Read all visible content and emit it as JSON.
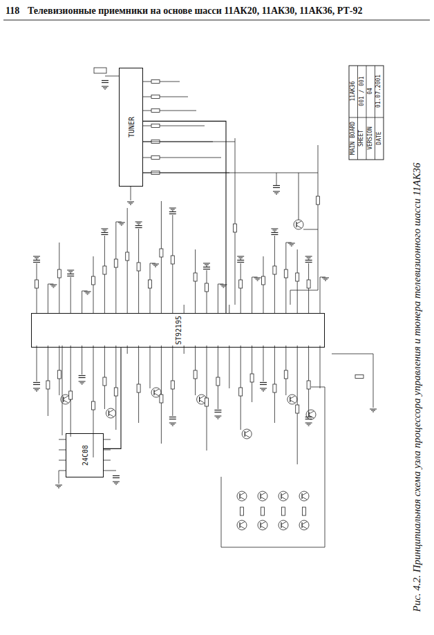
{
  "diagram": {
    "title": "Телевизионные приемники на основе шасси 11АК20, 11АК30, 11АК36, РТ-92",
    "caption": "Рис. 4.2. Принципиальная схема узла процессора управления и тюнера телевизионного шасси 11АК36",
    "nodes": [
      {
        "text": [
          "TUNER"
        ]
      },
      {
        "text": [
          "ST92195"
        ]
      },
      {
        "text": [
          "24C08"
        ]
      }
    ],
    "edges": [
      {
        "from": 0,
        "to": 1,
        "arrow": "none"
      },
      {
        "from": 2,
        "to": 1,
        "arrow": "none"
      }
    ],
    "labels": [
      "118",
      "MAIN BOARD",
      "11AK36",
      "SHEET",
      "001 / 001",
      "VERSION",
      "04",
      "DATE",
      "01.07.2001"
    ]
  }
}
